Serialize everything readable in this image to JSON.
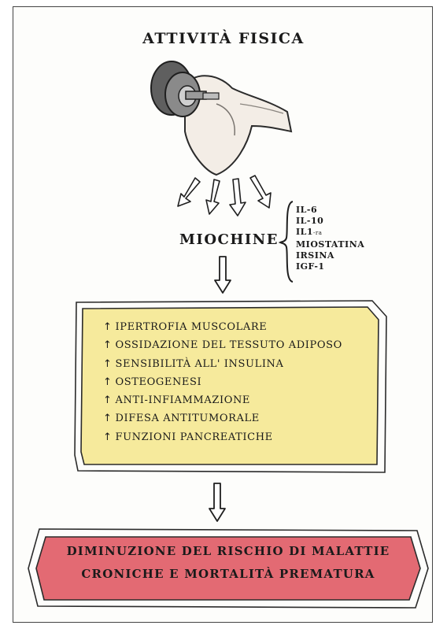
{
  "title": "ATTIVITÀ FISICA",
  "center_label": "MIOCHINE",
  "myokines": [
    "IL-6",
    "IL-10",
    "IL1",
    "MIOSTATINA",
    "IRSINA",
    "IGF-1"
  ],
  "myokine_suffix": "-ra",
  "up_symbol": "↑",
  "effects": [
    "IPERTROFIA MUSCOLARE",
    "OSSIDAZIONE DEL TESSUTO ADIPOSO",
    "SENSIBILITÀ ALL' INSULINA",
    "OSTEOGENESI",
    "ANTI-INFIAMMAZIONE",
    "DIFESA ANTITUMORALE",
    "FUNZIONI PANCREATICHE"
  ],
  "outcome": {
    "line1": "DIMINUZIONE DEL RISCHIO DI MALATTIE",
    "line2": "CRONICHE E MORTALITÀ PREMATURA"
  },
  "colors": {
    "yellow_box": "#f6ea9c",
    "red_box": "#e36a73",
    "arm": "#f3ede6",
    "dumbbell": "#6b6b6b"
  }
}
